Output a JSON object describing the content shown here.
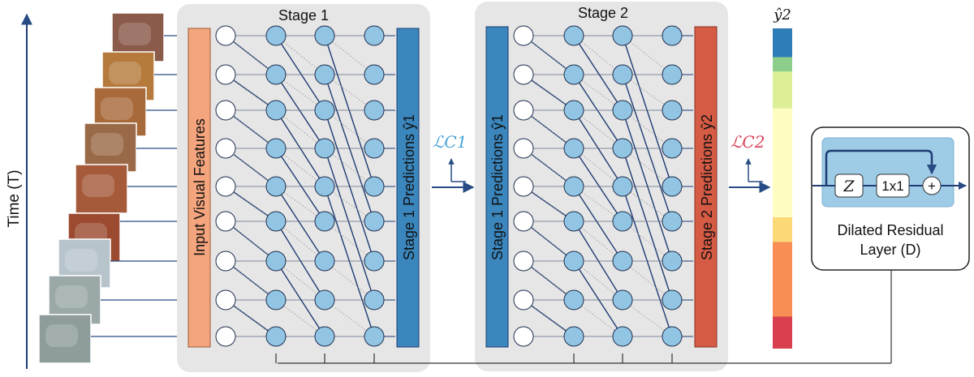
{
  "time_axis_label": "Time (T)",
  "stages": [
    {
      "title": "Stage 1",
      "input_label": "Input Visual Features",
      "output_label": "Stage 1 Predictions ŷ1"
    },
    {
      "title": "Stage 2",
      "input_label": "Stage 1 Predictions ŷ1",
      "output_label": "Stage 2 Predictions ŷ2"
    }
  ],
  "losses": [
    {
      "label": "ℒC1",
      "color": "#4aa3d6"
    },
    {
      "label": "ℒC2",
      "color": "#d9425a"
    }
  ],
  "prediction_bar": {
    "label": "ŷ2",
    "segments": [
      {
        "color": "#2f7db6",
        "frac": 0.09
      },
      {
        "color": "#8dcf8a",
        "frac": 0.045
      },
      {
        "color": "#dcef96",
        "frac": 0.115
      },
      {
        "color": "#fdfcc1",
        "frac": 0.34
      },
      {
        "color": "#fcd877",
        "frac": 0.077
      },
      {
        "color": "#f88e53",
        "frac": 0.233
      },
      {
        "color": "#d9404f",
        "frac": 0.1
      }
    ]
  },
  "residual_layer": {
    "z_label": "Z",
    "conv_label": "1x1",
    "plus_label": "+",
    "caption_line1": "Dilated Residual",
    "caption_line2": "Layer (D)"
  },
  "colors": {
    "stage_panel": "#e6e6e6",
    "input_features": "#f5a57d",
    "prediction_blue": "#3a86bd",
    "prediction_red": "#d65b45",
    "node_fill": "#92c5e4",
    "edge": "#1f3c73",
    "arrow": "#274b83",
    "residual_fill": "#9ecbe6"
  }
}
